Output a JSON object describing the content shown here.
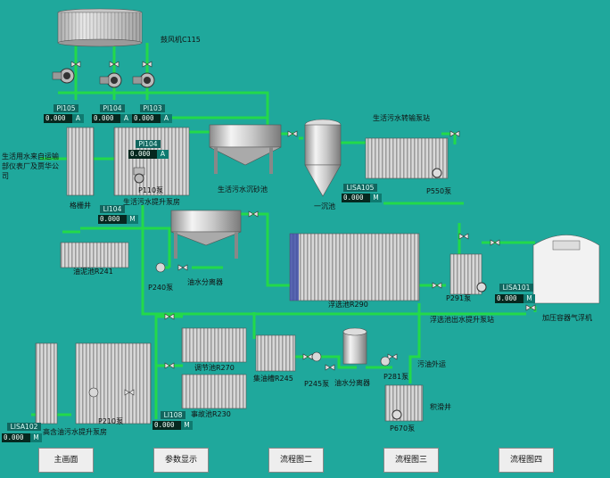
{
  "labels": {
    "blower": "鼓风机C115",
    "domestic_pump_station": "生活污水转输泵站",
    "left_source": "生活用水来自运输部仪表厂及贾华公司",
    "grille_well": "格栅井",
    "domestic_lift_room": "生活污水提升泵房",
    "p110": "P110泵",
    "grit_tank": "生活污水沉砂池",
    "primary_clarifier": "一沉池",
    "p550": "P550泵",
    "sludge_r241": "油泥池R241",
    "p240": "P240泵",
    "oil_water_sep1": "油水分离器",
    "flotation_r290": "浮选池R290",
    "p291": "P291泵",
    "flotation_outlet_pump": "浮选池出水提升泵站",
    "pressure_vessel": "加压容器气浮机",
    "adjust_r270": "调节池R270",
    "oil_collect_r245": "集油槽R245",
    "p245": "P245泵",
    "oil_water_sep2": "油水分离器",
    "p281": "P281泵",
    "oil_out": "污油外运",
    "accident_r230": "事故池R230",
    "p210": "P210泵",
    "high_oil_lift_room": "高含油污水提升泵房",
    "sludge_well": "积滑井",
    "p670": "P670泵"
  },
  "instruments": {
    "pi105": {
      "tag": "PI105",
      "value": "0.000",
      "unit": "A"
    },
    "pi104a": {
      "tag": "PI104",
      "value": "0.000",
      "unit": "A"
    },
    "pi103": {
      "tag": "PI103",
      "value": "0.000",
      "unit": "A"
    },
    "pi104b": {
      "tag": "PI104",
      "value": "0.000",
      "unit": "A"
    },
    "lisa105": {
      "tag": "LISA105",
      "value": "0.000",
      "unit": "M"
    },
    "li104": {
      "tag": "LI104",
      "value": "0.000",
      "unit": "M"
    },
    "lisa101": {
      "tag": "LISA101",
      "value": "0.000",
      "unit": "M"
    },
    "li108": {
      "tag": "LI108",
      "value": "0.000",
      "unit": "M"
    },
    "lisa102": {
      "tag": "LISA102",
      "value": "0.000",
      "unit": "M"
    }
  },
  "nav": {
    "main": "主画面",
    "params": "参数显示",
    "flow2": "流程图二",
    "flow3": "流程图三",
    "flow4": "流程图四"
  },
  "colors": {
    "background": "#1fa89c",
    "pipe": "#23d94a",
    "instrument_tag": "#12665f",
    "readout": "#06281f"
  }
}
